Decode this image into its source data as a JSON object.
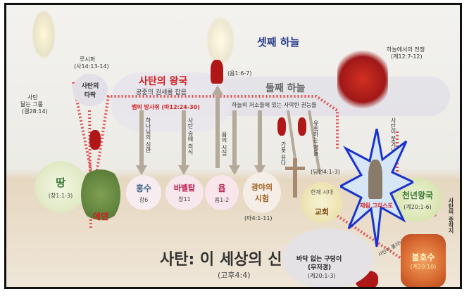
{
  "heavens": {
    "third": "셋째 하늘",
    "second": "둘째 하늘"
  },
  "satan_kingdom": {
    "title": "사탄의 왕국",
    "subtitle": "공중의 권세를 잡음"
  },
  "labels": {
    "lucifer": "루시퍼",
    "lucifer_ref": "(사14:13-14)",
    "satan_fall": "사탄의",
    "satan_fall2": "타락",
    "angels_fallen": "사탄",
    "angels_fallen2": "닮는 그룹",
    "angels_ref": "(겔28:14)",
    "job_top_ref": "(욥1:6-7)",
    "war_heaven": "하늘에서의 전쟁",
    "war_ref": "(계12:7-12)",
    "deceiver": "뱀의 방사쥐 (마12:24-30)",
    "heavenly_powers": "하늘의 처소들에 있는 사악한 권능들",
    "present_age": "현재 시대",
    "church": "교회",
    "ref_present": "(딤전4:1-3)",
    "deceiving_spirits": "유혹하는 영들",
    "cross_verb": "가룟 유다",
    "satan_cast": "사탄이 쫓겨남",
    "bottomless_pit": "바닥 없는 구덩이",
    "bottomless_pit2": "(무저갱)",
    "pit_ref": "(계20:1-3)",
    "satan_released": "사탄이 풀려남",
    "satan_judgement": "사탄의 종착지",
    "millennium": "천년왕국",
    "millennium_ref": "(계20:1-6)",
    "lake_fire": "불호수",
    "lake_ref": "(계20:10)",
    "satan_bound": "재림 그리스도",
    "arrow_flood": "하나님의 심판",
    "arrow_babel": "사탄 숭배 의식",
    "arrow_job": "욥의 시험",
    "main_title": "사탄: 이 세상의 신",
    "main_ref": "(고후4:4)"
  },
  "circles": [
    {
      "title": "땅",
      "ref": "(창1:1-3)"
    },
    {
      "title": "에덴",
      "ref": ""
    },
    {
      "title": "홍수",
      "ref": "창6"
    },
    {
      "title": "바벨탑",
      "ref": "창11"
    },
    {
      "title": "욥",
      "ref": "욥1-2"
    },
    {
      "title": "광야의 시험",
      "ref": "(마4:1-11)"
    }
  ],
  "colors": {
    "band": "#e3e1e8",
    "red_accent": "#d02020",
    "earth": "#d9cbb3",
    "star": "#1a33cc"
  }
}
